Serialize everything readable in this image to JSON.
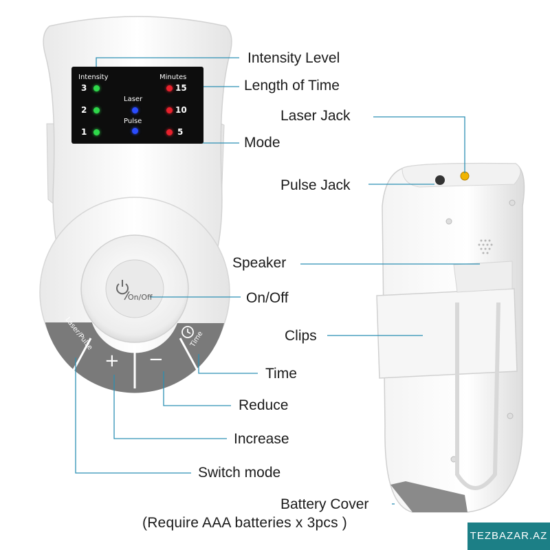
{
  "labels": {
    "intensity_level": "Intensity Level",
    "length_of_time": "Length of Time",
    "laser_jack": "Laser Jack",
    "mode": "Mode",
    "pulse_jack": "Pulse Jack",
    "speaker": "Speaker",
    "on_off": "On/Off",
    "clips": "Clips",
    "time": "Time",
    "reduce": "Reduce",
    "increase": "Increase",
    "switch_mode": "Switch mode",
    "battery_cover": "Battery Cover"
  },
  "caption": "(Require AAA batteries x 3pcs )",
  "display": {
    "intensity_title": "Intensity",
    "minutes_title": "Minutes",
    "laser_title": "Laser",
    "pulse_title": "Pulse",
    "intensity_levels": [
      "3",
      "2",
      "1"
    ],
    "minutes_levels": [
      "15",
      "10",
      "5"
    ]
  },
  "buttons": {
    "power": "On/Off",
    "laser_pulse": "Laser/Pulse",
    "time": "Time",
    "plus": "+",
    "minus": "−"
  },
  "watermark": "TEZBAZAR.AZ",
  "colors": {
    "led_green": "#2ed84a",
    "led_red": "#e8212c",
    "led_blue": "#2a4cff",
    "leader_line": "#2b8fb3",
    "button_gray": "#7a7a7a"
  }
}
